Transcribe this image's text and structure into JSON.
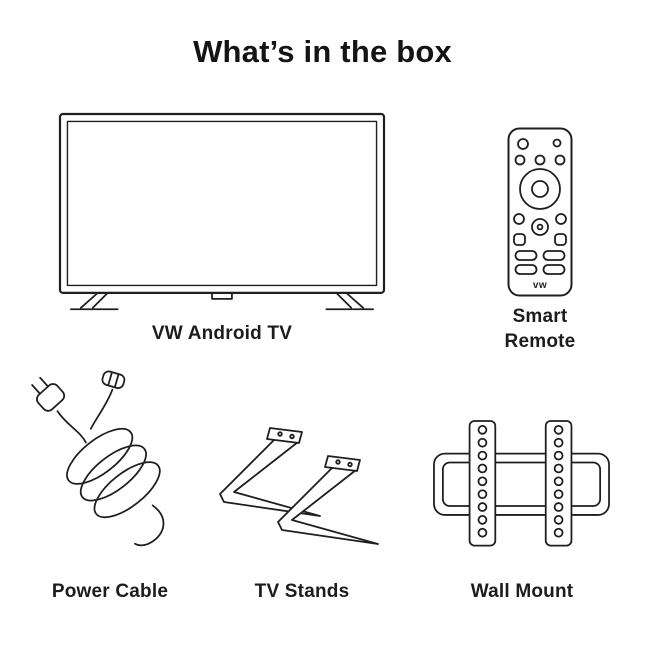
{
  "title": "What’s in the box",
  "items": [
    {
      "id": "tv",
      "label": "VW Android TV"
    },
    {
      "id": "remote",
      "label": "Smart Remote"
    },
    {
      "id": "power-cable",
      "label": "Power Cable"
    },
    {
      "id": "tv-stands",
      "label": "TV Stands"
    },
    {
      "id": "wall-mount",
      "label": "Wall Mount"
    }
  ],
  "remote": {
    "brand_text": "vw"
  },
  "colors": {
    "line": "#1f1f1f",
    "text": "#1c1c1c",
    "background": "#ffffff"
  }
}
